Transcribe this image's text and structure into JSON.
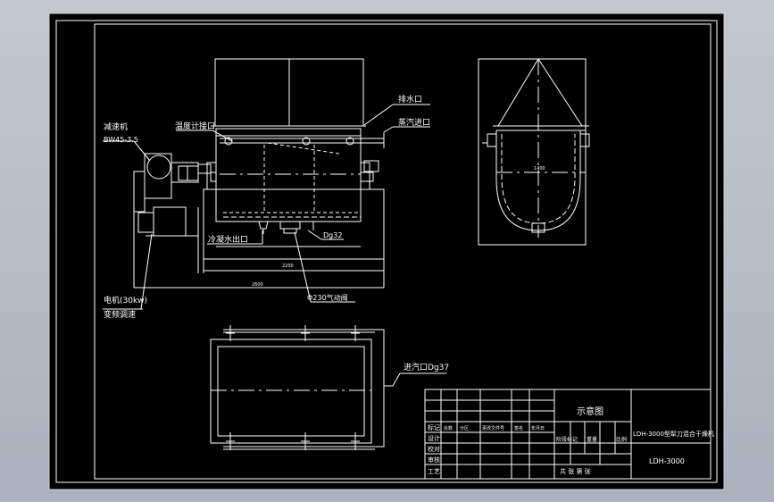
{
  "drawing": {
    "background": "#000000",
    "line_color": "#ffffff",
    "frame_bg": "#aab3bd",
    "front_view": {
      "labels": {
        "reducer": "减速机",
        "reducer_model": "BW45-3.5",
        "temp_gauge": "温度计接口",
        "drain": "排水口",
        "steam_inlet": "蒸汽进口",
        "motor": "电机(30kw)",
        "vfd": "变频调速",
        "cooling_outlet": "冷凝水出口",
        "dg32": "Dg32",
        "valve": "Φ230气动阀"
      },
      "dims": {
        "width": "2200",
        "base": "2600"
      }
    },
    "side_view": {
      "dim": "1400"
    },
    "plan_view": {
      "steam_inlet": "进汽口Dg37"
    },
    "title_block": {
      "schematic": "示意图",
      "product": "LDH-3000型犁刀混合干燥机",
      "model": "LDH-3000",
      "rows": [
        "标记",
        "设计",
        "校对",
        "审核",
        "工艺"
      ],
      "mid_row": [
        "处数",
        "分区",
        "更改文件号",
        "签名",
        "年月日"
      ],
      "stage": "阶段标记",
      "weight": "重量",
      "scale": "比例",
      "sheet": "共  张  第  张"
    }
  }
}
